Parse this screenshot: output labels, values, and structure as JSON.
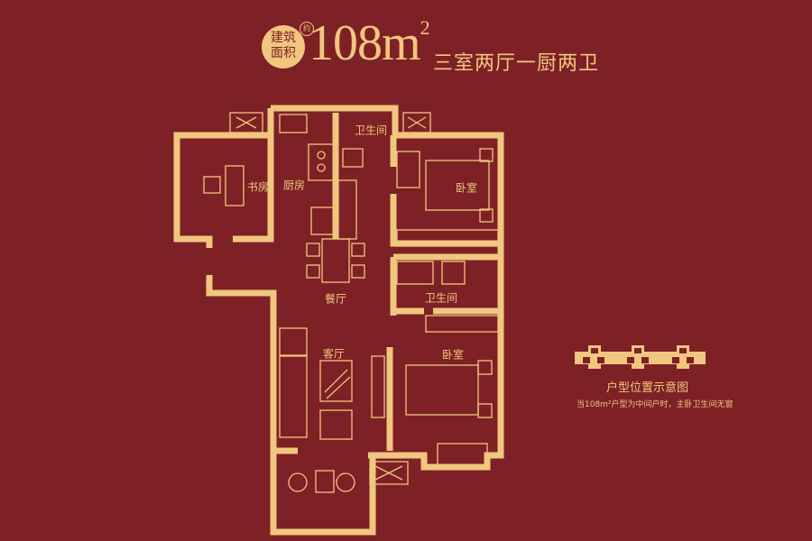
{
  "header": {
    "badge_text": "建筑\n面积",
    "badge_line1": "建筑",
    "badge_line2": "面积",
    "approx_mark": "约",
    "area_value": "108m",
    "area_sup": "2",
    "layout_text": "三室两厅一厨两卫"
  },
  "rooms": {
    "study": "书房",
    "kitchen": "厨房",
    "bathroom_top": "卫生间",
    "bedroom_top": "卧室",
    "dining": "餐厅",
    "bathroom_mid": "卫生间",
    "living": "客厅",
    "bedroom_master": "卧室"
  },
  "location": {
    "title": "户型位置示意图",
    "note": "当108m²户型为中间户时，主卧卫生间无窗"
  },
  "colors": {
    "background": "#7e2126",
    "gold": "#f1c67e"
  }
}
